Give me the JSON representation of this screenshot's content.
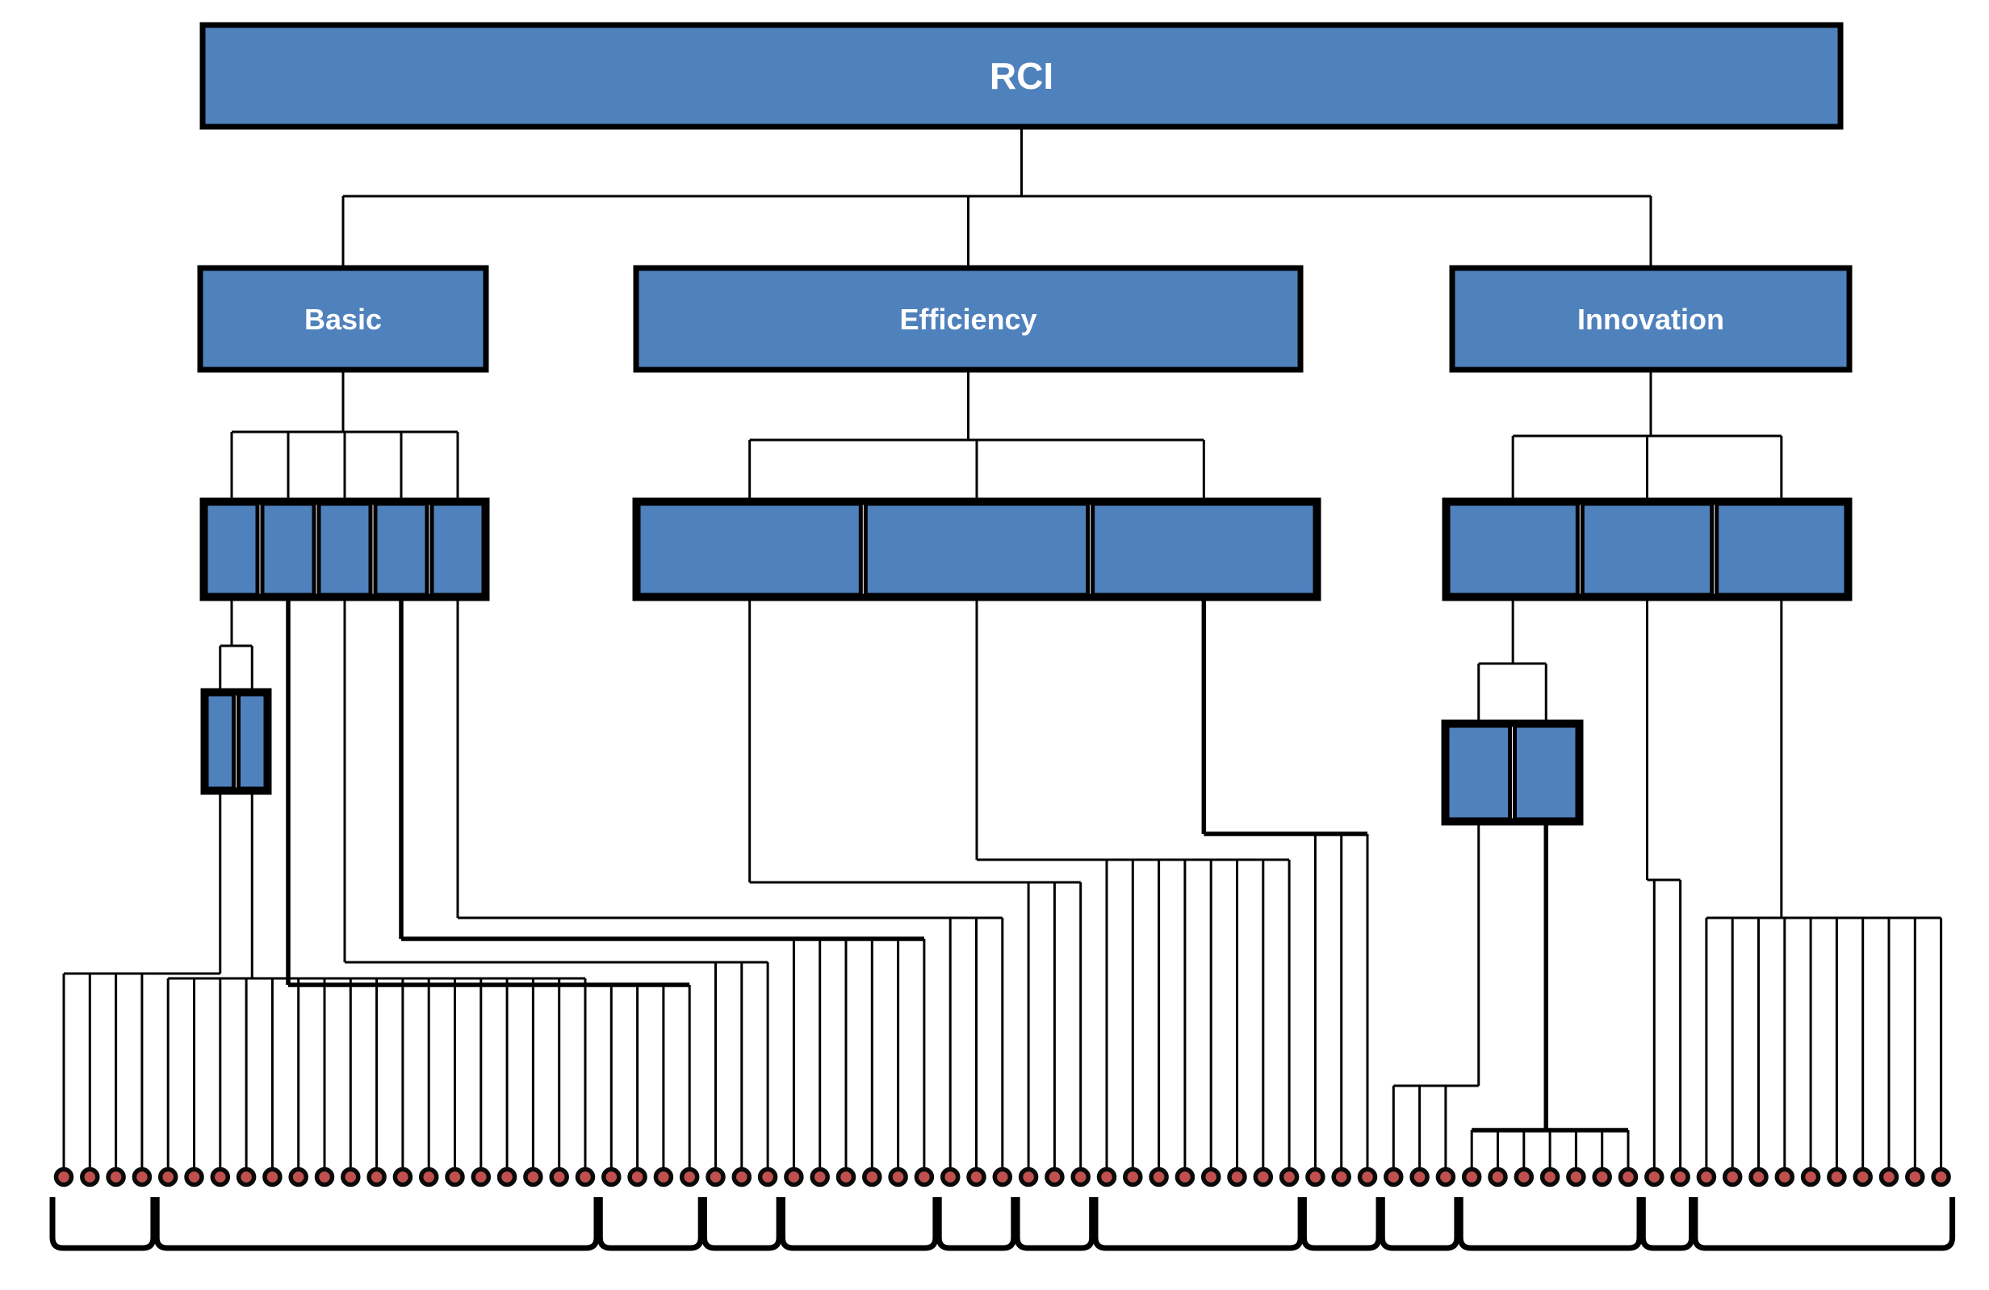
{
  "diagram_title": "RCI",
  "colors": {
    "background": "#ffffff",
    "box_fill": "#4F81BD",
    "box_border": "#000000",
    "line": "#000000",
    "leaf_fill": "#C0504D",
    "leaf_ring": "#0a0a0a"
  },
  "root": {
    "label": "RCI"
  },
  "pillars": [
    {
      "id": "basic",
      "label": "Basic",
      "cell_count": 5
    },
    {
      "id": "efficiency",
      "label": "Efficiency",
      "cell_count": 3
    },
    {
      "id": "innovation",
      "label": "Innovation",
      "cell_count": 3
    }
  ],
  "sub_splits": [
    {
      "id": "basic-sub",
      "pillar": "basic",
      "parent_cell": 1,
      "cell_count": 2
    },
    {
      "id": "innovation-sub",
      "pillar": "innovation",
      "parent_cell": 1,
      "cell_count": 2
    }
  ],
  "indicators": {
    "count": 73
  },
  "fans": [
    {
      "parent": "basic-sub:1",
      "leaf_start": 1,
      "leaf_end": 4,
      "thick": false
    },
    {
      "parent": "basic-sub:2",
      "leaf_start": 5,
      "leaf_end": 21,
      "thick": false
    },
    {
      "parent": "basic:2",
      "leaf_start": 22,
      "leaf_end": 25,
      "thick": true
    },
    {
      "parent": "basic:3",
      "leaf_start": 26,
      "leaf_end": 28,
      "thick": false
    },
    {
      "parent": "basic:4",
      "leaf_start": 29,
      "leaf_end": 34,
      "thick": true
    },
    {
      "parent": "basic:5",
      "leaf_start": 35,
      "leaf_end": 37,
      "thick": false
    },
    {
      "parent": "efficiency:1",
      "leaf_start": 38,
      "leaf_end": 40,
      "thick": false
    },
    {
      "parent": "efficiency:2",
      "leaf_start": 41,
      "leaf_end": 48,
      "thick": false
    },
    {
      "parent": "efficiency:3",
      "leaf_start": 49,
      "leaf_end": 51,
      "thick": true
    },
    {
      "parent": "innovation-sub:1",
      "leaf_start": 52,
      "leaf_end": 54,
      "thick": false
    },
    {
      "parent": "innovation-sub:2",
      "leaf_start": 55,
      "leaf_end": 61,
      "thick": true
    },
    {
      "parent": "innovation:2",
      "leaf_start": 62,
      "leaf_end": 63,
      "thick": false
    },
    {
      "parent": "innovation:3",
      "leaf_start": 64,
      "leaf_end": 73,
      "thick": false
    }
  ],
  "bracket_groups": [
    [
      1,
      4
    ],
    [
      5,
      21
    ],
    [
      22,
      25
    ],
    [
      26,
      28
    ],
    [
      29,
      34
    ],
    [
      35,
      37
    ],
    [
      38,
      40
    ],
    [
      41,
      48
    ],
    [
      49,
      51
    ],
    [
      52,
      54
    ],
    [
      55,
      61
    ],
    [
      62,
      63
    ],
    [
      64,
      73
    ]
  ]
}
